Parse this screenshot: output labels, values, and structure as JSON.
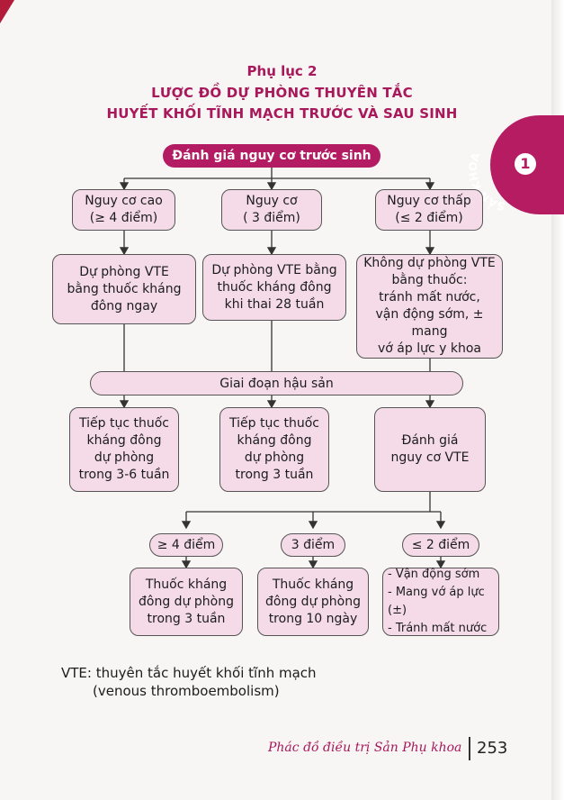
{
  "title": {
    "appendix": "Phụ lục 2",
    "line1": "LƯỢC ĐỒ DỰ PHÒNG THUYÊN TẮC",
    "line2": "HUYẾT KHỐI TĨNH MẠCH TRƯỚC VÀ SAU SINH"
  },
  "side_tab": {
    "label": "SẢN KHOA",
    "number": "1"
  },
  "flow": {
    "banner": "Đánh giá nguy cơ trước sinh",
    "risk": [
      {
        "line1": "Nguy cơ cao",
        "line2": "(≥ 4 điểm)"
      },
      {
        "line1": "Nguy cơ",
        "line2": "( 3 điểm)"
      },
      {
        "line1": "Nguy cơ thấp",
        "line2": "(≤ 2 điểm)"
      }
    ],
    "antenatal": [
      {
        "lines": [
          "Dự phòng VTE",
          "bằng thuốc kháng",
          "đông ngay"
        ]
      },
      {
        "lines": [
          "Dự phòng VTE bằng",
          "thuốc kháng đông",
          "khi thai 28 tuần"
        ]
      },
      {
        "lines": [
          "Không dự phòng VTE",
          "bằng thuốc:",
          "tránh mất nước,",
          "vận động sớm, ± mang",
          "vớ áp lực y khoa"
        ]
      }
    ],
    "postpartum": "Giai đoạn hậu sản",
    "postnatal": [
      {
        "lines": [
          "Tiếp tục thuốc",
          "kháng đông",
          "dự phòng",
          "trong 3-6 tuần"
        ]
      },
      {
        "lines": [
          "Tiếp tục thuốc",
          "kháng đông",
          "dự phòng",
          "trong 3 tuần"
        ]
      },
      {
        "lines": [
          "Đánh giá",
          "nguy cơ VTE"
        ]
      }
    ],
    "score": [
      "≥ 4 điểm",
      "3 điểm",
      "≤ 2 điểm"
    ],
    "final": [
      {
        "lines": [
          "Thuốc kháng",
          "đông dự phòng",
          "trong 3 tuần"
        ]
      },
      {
        "lines": [
          "Thuốc kháng",
          "đông dự phòng",
          "trong 10 ngày"
        ]
      },
      {
        "lines": [
          "- Vận động sớm",
          "- Mang vớ áp lực (±)",
          "- Tránh mất nước"
        ]
      }
    ]
  },
  "note": {
    "line1": "VTE: thuyên tắc huyết khối tĩnh mạch",
    "line2": "(venous thromboembolism)"
  },
  "footer": {
    "book_title": "Phác đồ điều trị Sản Phụ khoa",
    "page_number": "253"
  },
  "colors": {
    "accent": "#b31b62",
    "box_fill": "#f4dbe7",
    "border": "#555555"
  }
}
